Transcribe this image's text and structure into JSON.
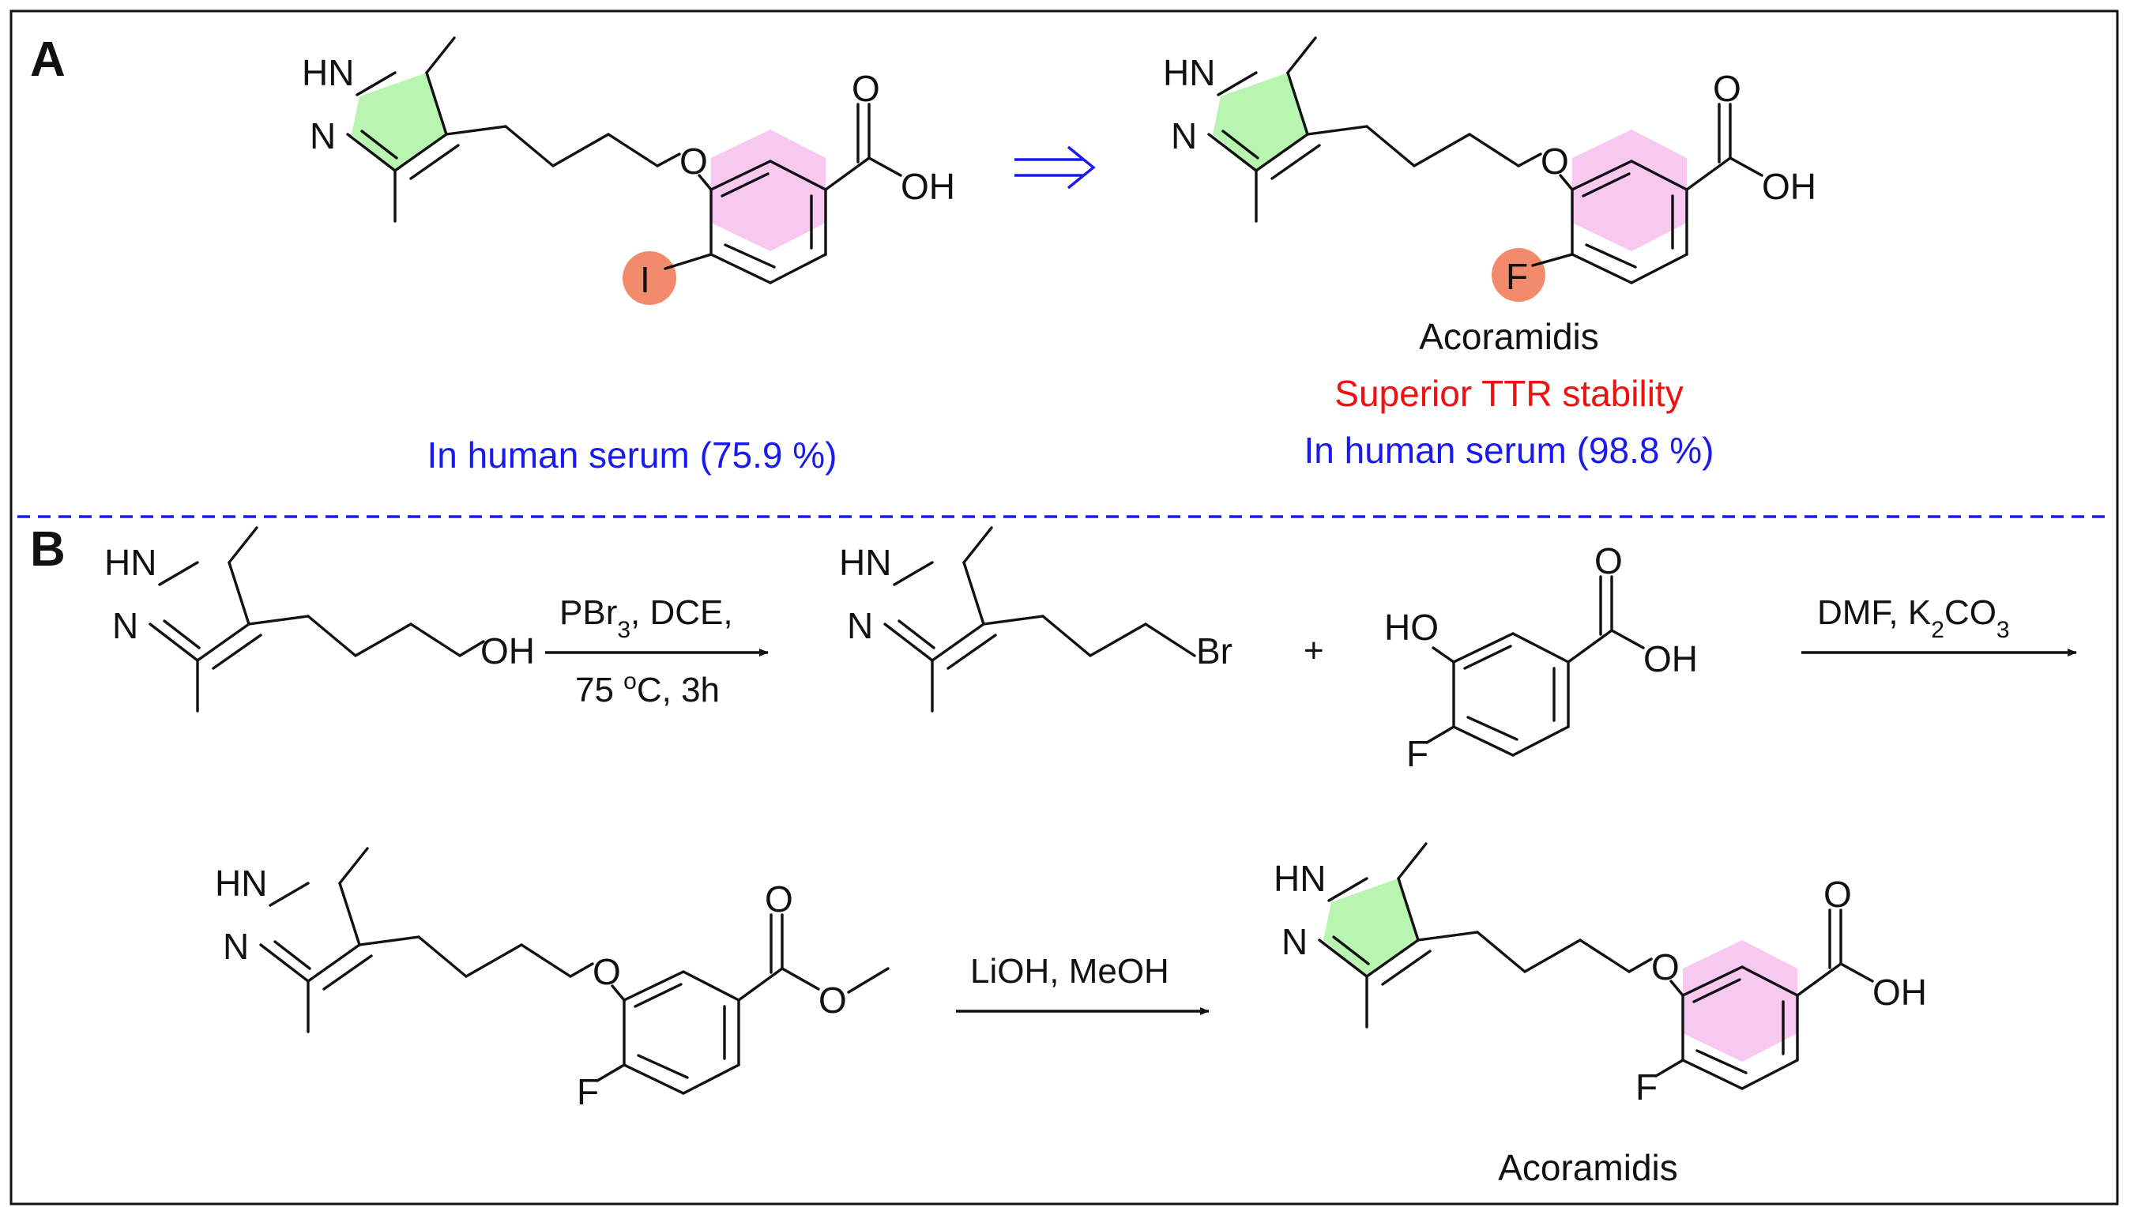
{
  "panels": {
    "a": "A",
    "b": "B"
  },
  "atoms": {
    "nh": "HN",
    "n": "N",
    "o": "O",
    "oh": "OH",
    "i": "I",
    "f": "F",
    "ho": "HO",
    "br": "Br"
  },
  "colors": {
    "pyrazole_fill": "#b8f5b0",
    "benzene_fill": "#f7c8f0",
    "halogen_highlight": "#f28a6c",
    "reaction_arrow": "#1a1aee",
    "caption_blue": "#1a1aee",
    "caption_red": "#ee1111",
    "divider": "#1a1aee",
    "frame": "#111111"
  },
  "panel_a": {
    "left_caption": "In human serum (75.9 %)",
    "right_name": "Acoramidis",
    "right_claim": "Superior TTR stability",
    "right_caption": "In human serum (98.8 %)"
  },
  "panel_b": {
    "step1_reagents": "PBr",
    "step1_sub": "3",
    "step1_solvent": ", DCE,",
    "step1_temp": "75 ",
    "step1_deg": "o",
    "step1_time": "C, 3h",
    "plus": "+",
    "step2_reagents": "DMF,  K",
    "step2_sub1": "2",
    "step2_mid": "CO",
    "step2_sub2": "3",
    "step3_reagents": "LiOH, MeOH",
    "product_name": "Acoramidis"
  }
}
